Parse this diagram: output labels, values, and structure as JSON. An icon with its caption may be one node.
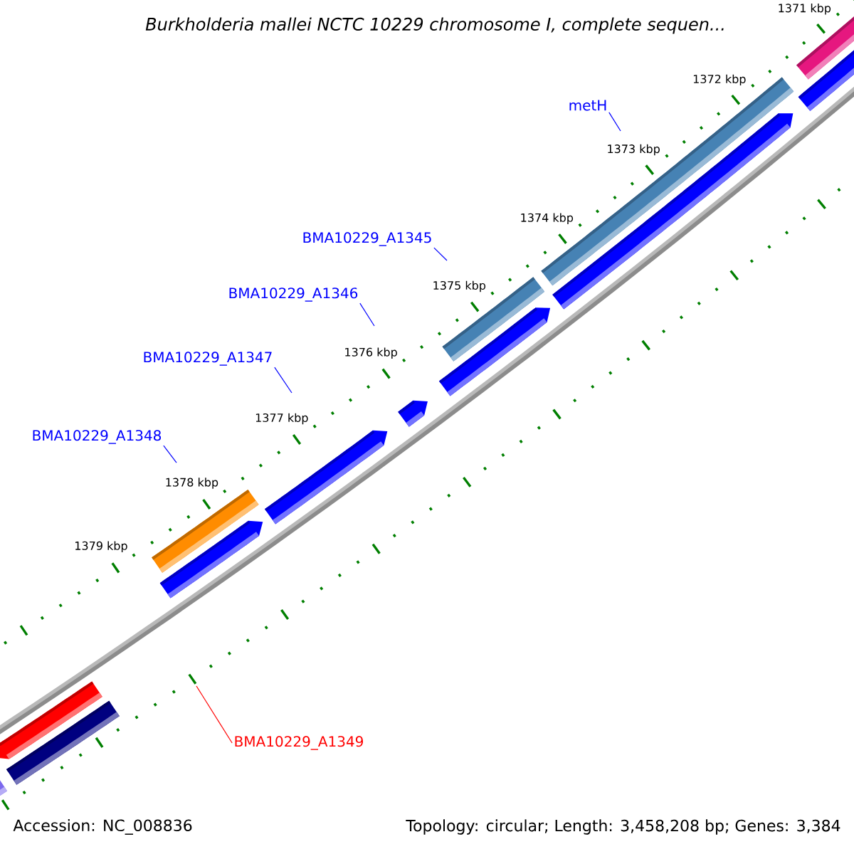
{
  "diagram": {
    "title": "Burkholderia mallei NCTC 10229 chromosome I, complete sequen...",
    "nodes": [
      {
        "text": [
          "metH"
        ]
      },
      {
        "text": [
          "BMA10229_A1345"
        ]
      },
      {
        "text": [
          "BMA10229_A1346"
        ]
      },
      {
        "text": [
          "BMA10229_A1347"
        ]
      },
      {
        "text": [
          "BMA10229_A1348"
        ]
      },
      {
        "text": [
          "BMA10229_A1349"
        ]
      }
    ],
    "edges": [
      {
        "from": 0,
        "to": null,
        "arrow": "none"
      },
      {
        "from": 1,
        "to": null,
        "arrow": "none"
      },
      {
        "from": 2,
        "to": null,
        "arrow": "none"
      },
      {
        "from": 3,
        "to": null,
        "arrow": "none"
      },
      {
        "from": 4,
        "to": null,
        "arrow": "none"
      },
      {
        "from": 5,
        "to": null,
        "arrow": "none",
        "color": "#ff0000"
      }
    ],
    "labels": [
      "1371 kbp",
      "1372 kbp",
      "1373 kbp",
      "1374 kbp",
      "1375 kbp",
      "1376 kbp",
      "1377 kbp",
      "1378 kbp",
      "1379 kbp",
      "Accession: NC_008836",
      "Topology: circular; Length: 3,458,208 bp; Genes: 3,384"
    ]
  }
}
